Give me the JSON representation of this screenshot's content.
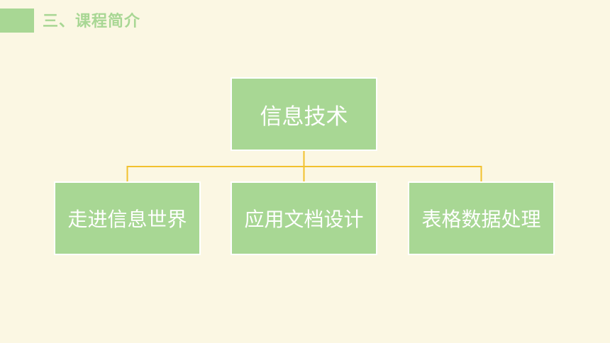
{
  "header": {
    "title": "三、课程简介"
  },
  "diagram": {
    "root": {
      "label": "信息技术"
    },
    "children": [
      {
        "label": "走进信息世界"
      },
      {
        "label": "应用文档设计"
      },
      {
        "label": "表格数据处理"
      }
    ]
  },
  "colors": {
    "background": "#FBF7E3",
    "node_fill": "#A8D794",
    "node_border": "#FFFFFF",
    "connector": "#F2C12E",
    "title": "#A8D794"
  }
}
